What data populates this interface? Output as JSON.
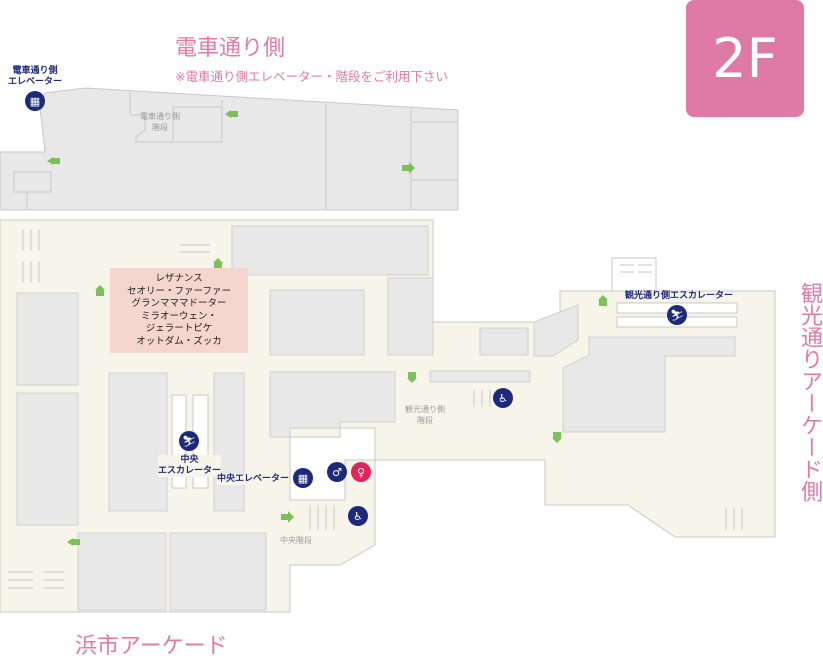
{
  "floor": {
    "label": "2F",
    "color": "#df7aa7"
  },
  "headings": {
    "top_title": "電車通り側",
    "top_note": "※電車通り側エレベーター・階段をご利用下さい",
    "bottom_title": "浜市アーケード",
    "right_title": "観光通りアーケード側"
  },
  "facilities": {
    "train_elevator": "電車通り側\nエレベーター",
    "train_stairs": "電車通り側\n階段",
    "central_escalator": "中央\nエスカレーター",
    "central_elevator": "中央エレベーター",
    "central_stairs": "中央階段",
    "kanko_escalator": "観光通り側エスカレーター",
    "kanko_stairs": "観光通り側\n階段"
  },
  "shop_group": {
    "lines": [
      "レザナンス",
      "セオリー・ファーファー",
      "グランマママドーター",
      "ミラオーウェン・",
      "ジェラートピケ",
      "オットダム・ズッカ"
    ]
  },
  "icons": [
    "elevator-icon",
    "escalator-icon",
    "restroom-male-icon",
    "restroom-female-icon",
    "accessible-restroom-icon",
    "direction-arrow-icon"
  ],
  "colors": {
    "pink": "#e07aa8",
    "navy": "#1d2a7a",
    "floor": "#f7f5ea",
    "shop": "#e8e8e8",
    "arrow": "#7dc05a",
    "female": "#e0245e"
  }
}
